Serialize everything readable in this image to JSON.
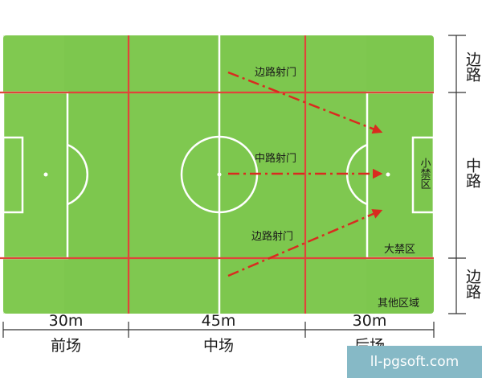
{
  "field": {
    "colors": {
      "grass": "#7dc74e",
      "lines": "#ffffff",
      "zone_lines": "#e0443a",
      "arrows": "#d92b1f"
    }
  },
  "arrows": {
    "top": "边路射门",
    "middle": "中路射门",
    "bottom": "边路射门"
  },
  "areas": {
    "small_box": "小禁区",
    "big_box": "大禁区",
    "other": "其他区域"
  },
  "bottom_zones": [
    {
      "length": "30m",
      "name": "前场"
    },
    {
      "length": "45m",
      "name": "中场"
    },
    {
      "length": "30m",
      "name": "后场"
    }
  ],
  "side_zones": [
    {
      "name": "边路"
    },
    {
      "name": "中路"
    },
    {
      "name": "边路"
    }
  ],
  "watermark": "ll-pgsoft.com"
}
